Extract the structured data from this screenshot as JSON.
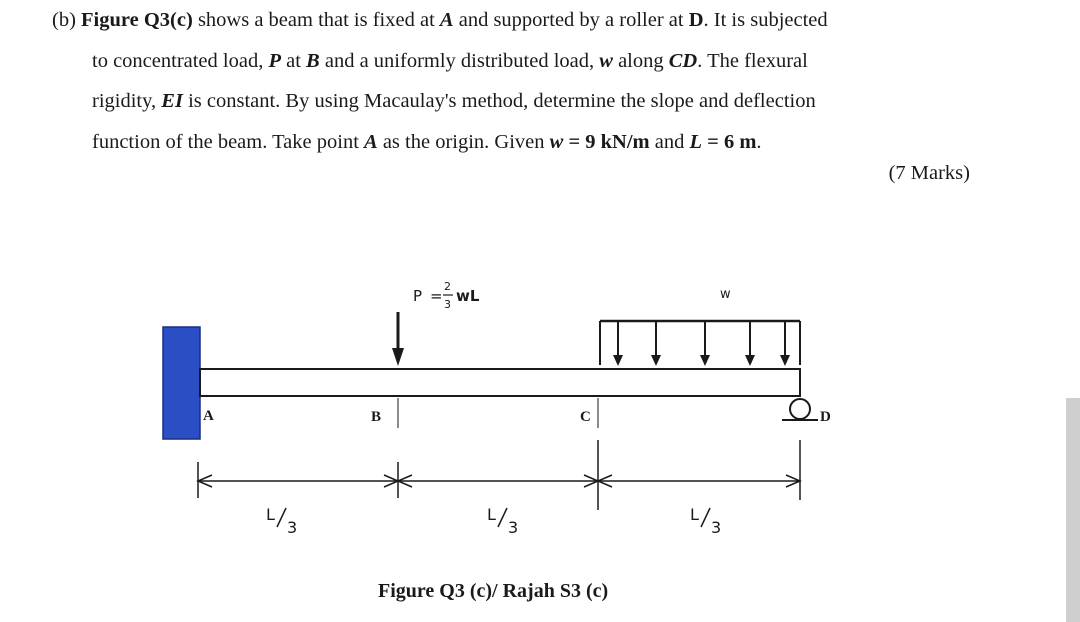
{
  "question": {
    "label": "(b)",
    "fig_ref": "Figure Q3(c)",
    "line1_a": " shows a beam that is fixed at ",
    "pt_A": "A",
    "line1_b": " and supported by a roller at ",
    "pt_D": "D",
    "line1_c": ". It is subjected",
    "line2_a": "to concentrated load, ",
    "sym_P": "P",
    "line2_b": " at ",
    "pt_B": "B",
    "line2_c": " and a uniformly distributed load, ",
    "sym_w": "w",
    "line2_d": " along ",
    "seg_CD": "CD",
    "line2_e": ". The flexural",
    "line3_a": "rigidity, ",
    "sym_EI": "EI",
    "line3_b": " is constant. By using Macaulay's method, determine the slope and deflection",
    "line4_a": "function of the beam. Take point ",
    "line4_b": " as the origin. Given ",
    "given_w": "w",
    "given_w_val": " = 9 kN/m",
    "line4_c": " and ",
    "given_L": "L",
    "given_L_val": " = 6 m",
    "line4_d": ".",
    "marks": "(7 Marks)"
  },
  "figure": {
    "load_label_P": "P",
    "load_label_eq": "=",
    "frac_num": "2",
    "frac_den": "3",
    "load_label_wL": "wL",
    "udl_label": "w",
    "point_A": "A",
    "point_B": "B",
    "point_C": "C",
    "point_D": "D",
    "dim_L": "L",
    "dim_3": "3",
    "caption": "Figure Q3 (c)/ Rajah S3 (c)"
  },
  "colors": {
    "wall": "#2a4fc4",
    "wall_edge": "#1a2f80",
    "ink": "#1a1a1a"
  }
}
